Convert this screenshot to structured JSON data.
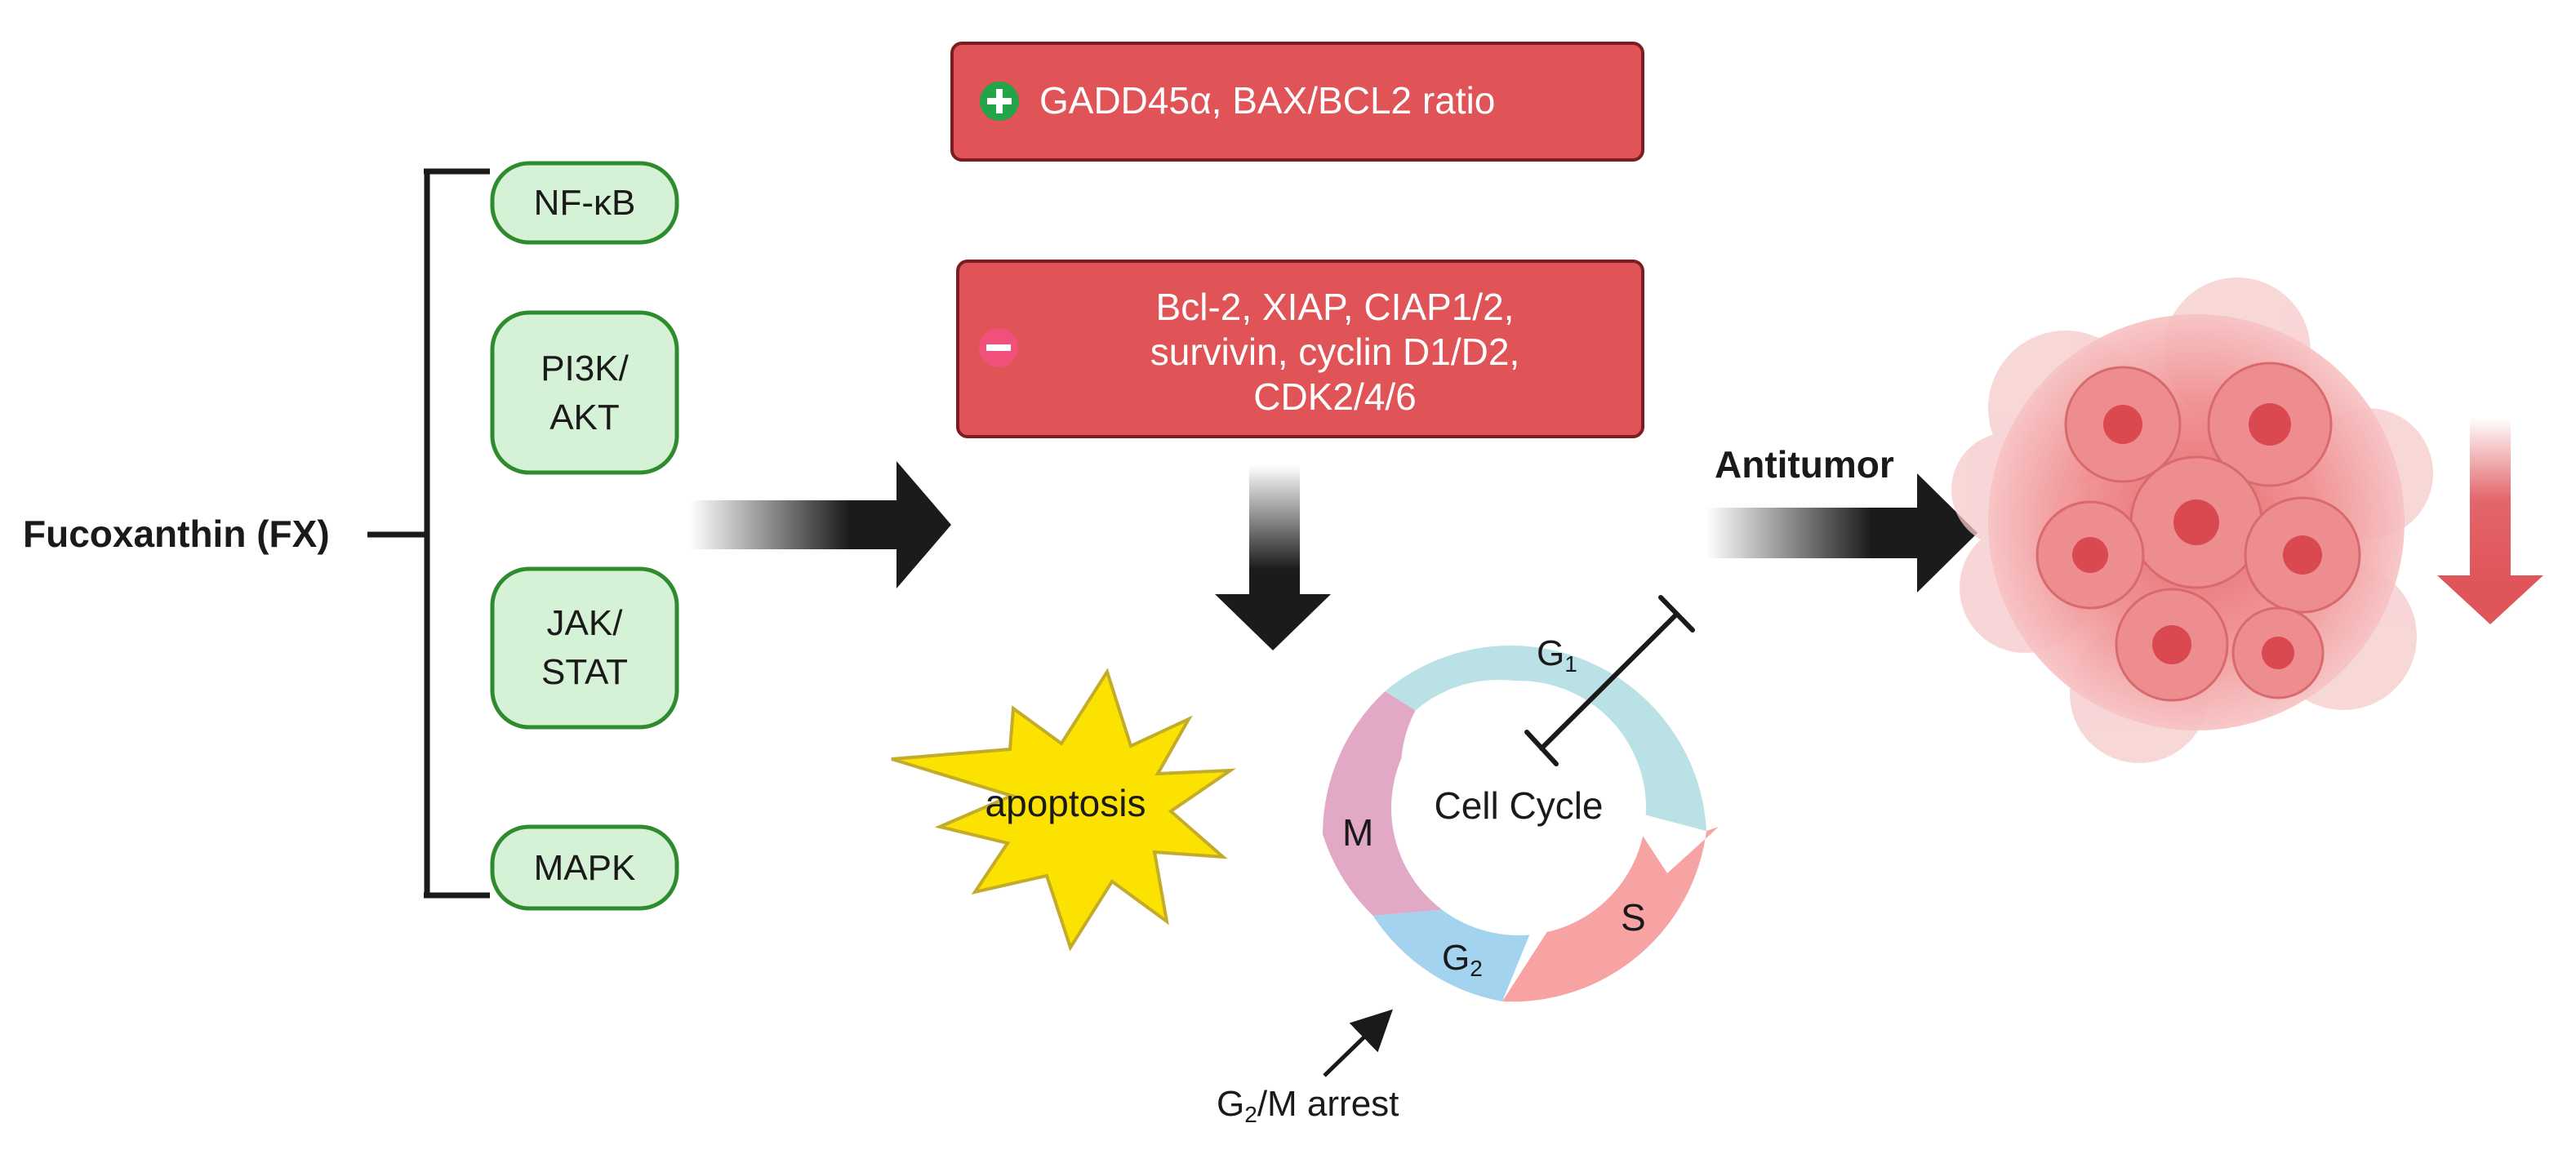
{
  "source": {
    "label": "Fucoxanthin (FX)"
  },
  "pathways": [
    {
      "lines": [
        "NF-κB"
      ]
    },
    {
      "lines": [
        "PI3K/",
        "AKT"
      ]
    },
    {
      "lines": [
        "JAK/",
        "STAT"
      ]
    },
    {
      "lines": [
        "MAPK"
      ]
    }
  ],
  "upregulated": {
    "sign": "+",
    "text": "GADD45α, BAX/BCL2 ratio"
  },
  "downregulated": {
    "sign": "−",
    "lines": [
      "Bcl-2, XIAP, CIAP1/2,",
      "survivin, cyclin D1/D2,",
      "CDK2/4/6"
    ]
  },
  "apoptosis": {
    "label": "apoptosis"
  },
  "cell_cycle": {
    "center_label": "Cell Cycle",
    "phases": {
      "g1": "G",
      "g1_sub": "1",
      "s": "S",
      "g2": "G",
      "g2_sub": "2",
      "m": "M"
    },
    "arrest": {
      "prefix": "G",
      "sub": "2",
      "suffix": "/M arrest"
    }
  },
  "outcome": {
    "label": "Antitumor"
  },
  "colors": {
    "pathway_fill": "#d6f2d6",
    "pathway_stroke": "#2e8b2e",
    "red_box": "#e05356",
    "plus_badge": "#22a447",
    "minus_badge": "#f0507a",
    "phase_g1": "#b9e1e6",
    "phase_s": "#f7a3a3",
    "phase_g2": "#a3d3ef",
    "phase_m": "#e2a9c6",
    "starburst": "#fce200",
    "down_arrow": "#e0555a"
  },
  "icons": [
    "plus-icon",
    "minus-icon",
    "starburst-icon",
    "tumor-cells-icon",
    "down-arrow-icon",
    "inhibition-icon"
  ]
}
